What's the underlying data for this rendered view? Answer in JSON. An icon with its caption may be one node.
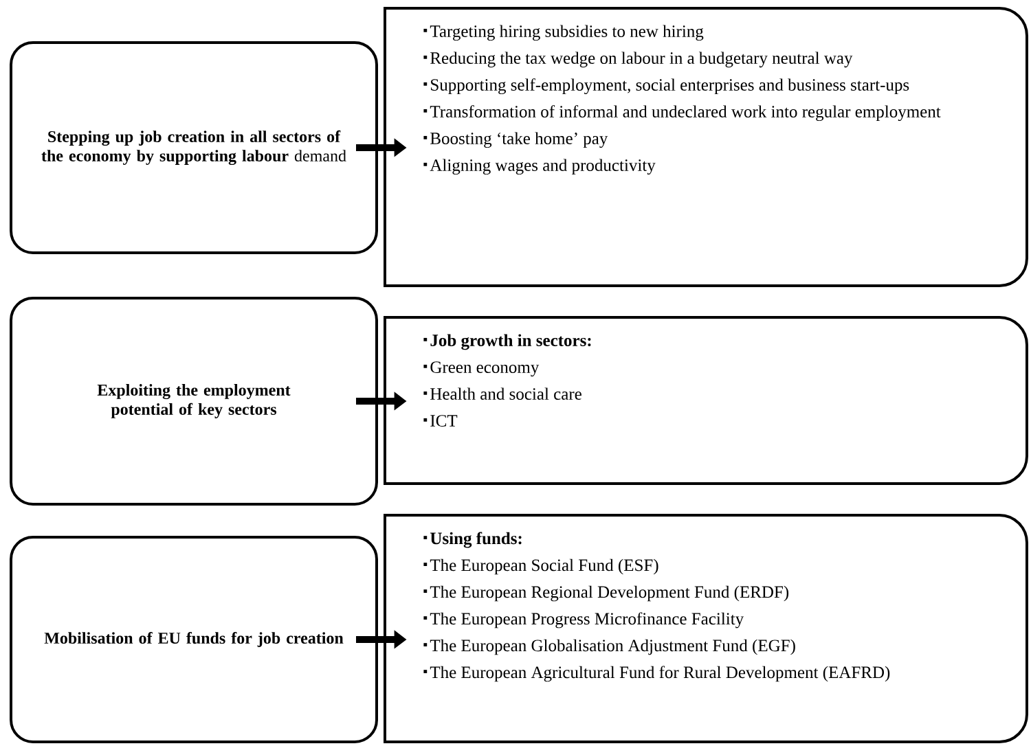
{
  "diagram": {
    "nodes": [
      {
        "text": [
          "**Stepping up job creation in all sectors of the economy by supporting labour** demand"
        ]
      },
      {
        "text": [
          "Targeting hiring subsidies to new hiring",
          "Reducing the tax wedge on labour in a budgetary neutral way",
          "Supporting self-employment, social enterprises and business start-ups",
          "Transformation of informal and undeclared work into regular employment",
          "Boosting ‘take home’ pay",
          "Aligning wages and productivity"
        ]
      },
      {
        "text": [
          "Exploiting the employment potential of key sectors"
        ]
      },
      {
        "text": [
          "Job growth in sectors:",
          "Green economy",
          "Health and social care",
          "ICT"
        ]
      },
      {
        "text": [
          "Mobilisation of EU funds for job creation"
        ]
      },
      {
        "text": [
          "Using funds:",
          "The European Social Fund (ESF)",
          "The European Regional Development Fund (ERDF)",
          "The European Progress Microfinance Facility",
          "The European Globalisation Adjustment Fund (EGF)",
          "The European Agricultural Fund for Rural Development (EAFRD)"
        ]
      }
    ],
    "edges": [
      {
        "from": 0,
        "to": 1,
        "arrow": "to"
      },
      {
        "from": 2,
        "to": 3,
        "arrow": "to"
      },
      {
        "from": 4,
        "to": 5,
        "arrow": "to"
      }
    ]
  }
}
